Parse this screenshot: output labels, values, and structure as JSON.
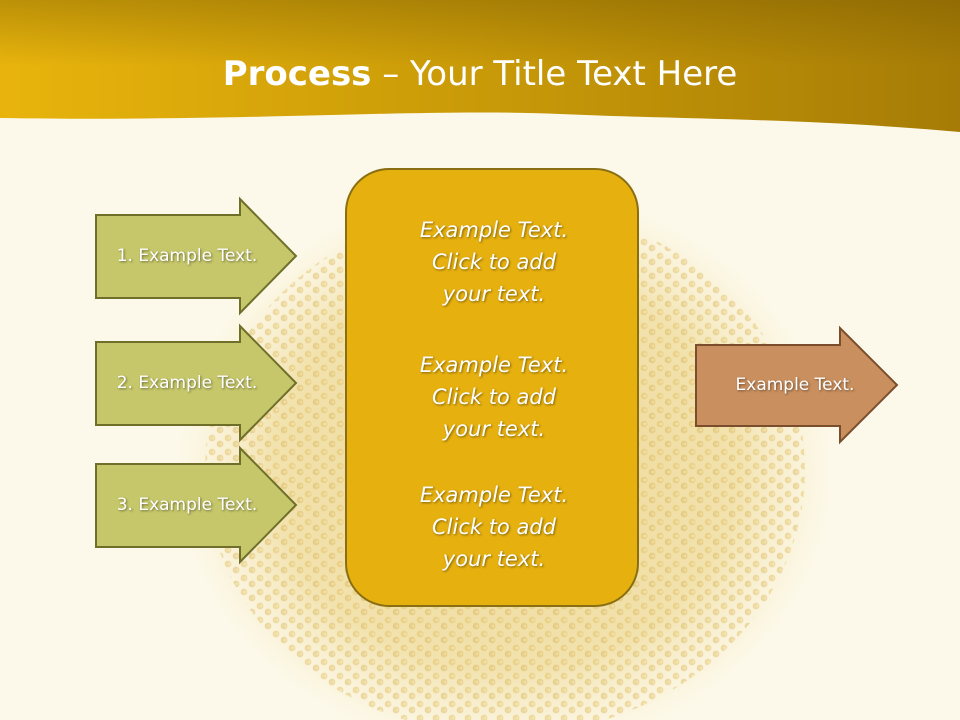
{
  "title": {
    "bold": "Process",
    "rest": " – Your Title Text Here"
  },
  "left_arrows": [
    {
      "label": "1. Example Text."
    },
    {
      "label": "2. Example Text."
    },
    {
      "label": "3. Example Text."
    }
  ],
  "center_box": {
    "paragraphs": [
      {
        "lines": [
          "Example Text.",
          "Click  to add",
          "your text."
        ]
      },
      {
        "lines": [
          "Example Text.",
          "Click  to add",
          "your text."
        ]
      },
      {
        "lines": [
          "Example Text.",
          "Click  to add",
          "your text."
        ]
      }
    ]
  },
  "right_arrow": {
    "label": "Example Text."
  },
  "colors": {
    "header_gold": "#c99a08",
    "left_arrow_fill": "#c6c76a",
    "left_arrow_border": "#6f6f2a",
    "center_box_fill": "#e6b00f",
    "right_arrow_fill": "#c98f5e",
    "right_arrow_border": "#7a4e2c",
    "background": "#fdf9ea"
  }
}
